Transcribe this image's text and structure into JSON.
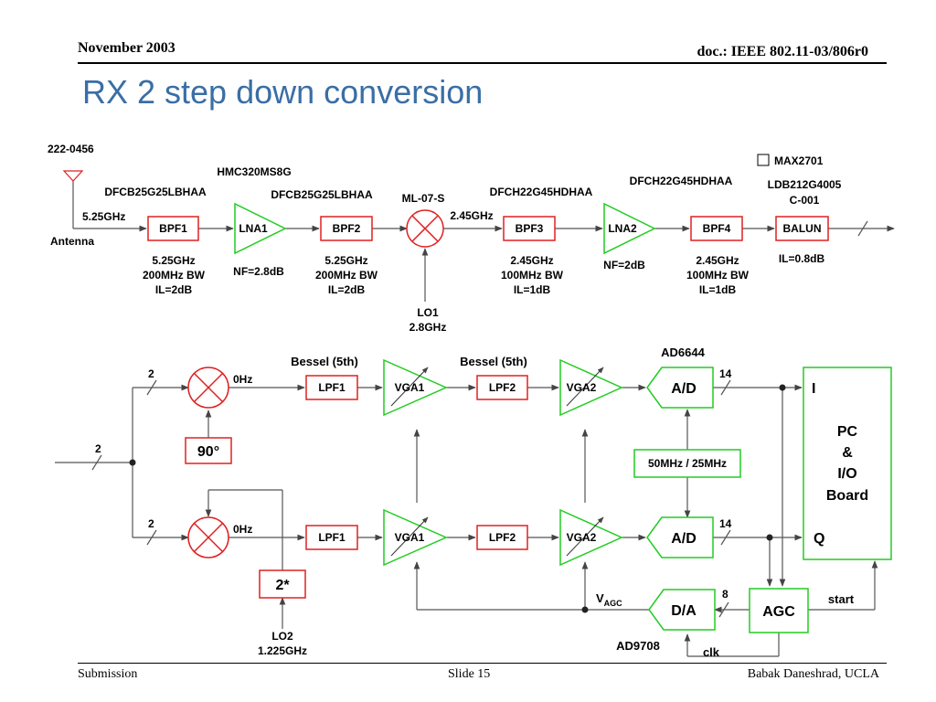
{
  "header": {
    "date": "November 2003",
    "doc": "doc.: IEEE 802.11-03/806r0"
  },
  "title": "RX 2 step down conversion",
  "footer": {
    "left": "Submission",
    "center": "Slide 15",
    "right": "Babak Daneshrad, UCLA"
  },
  "colors": {
    "title": "#3a6ea5",
    "red_block": "#e02020",
    "green_block": "#22cc22",
    "line": "#555555"
  },
  "top_chain": {
    "antenna_id": "222-0456",
    "antenna_label": "Antenna",
    "input_freq": "5.25GHz",
    "bpf1": {
      "label": "BPF1",
      "part": "DFCB25G25LBHAA",
      "spec": [
        "5.25GHz",
        "200MHz BW",
        "IL=2dB"
      ]
    },
    "lna1": {
      "label": "LNA1",
      "part": "HMC320MS8G",
      "spec": "NF=2.8dB"
    },
    "bpf2": {
      "label": "BPF2",
      "part": "DFCB25G25LBHAA",
      "spec": [
        "5.25GHz",
        "200MHz BW",
        "IL=2dB"
      ]
    },
    "mixer": {
      "part": "ML-07-S",
      "out_freq": "2.45GHz",
      "lo_label": "LO1",
      "lo_freq": "2.8GHz"
    },
    "bpf3": {
      "label": "BPF3",
      "part": "DFCH22G45HDHAA",
      "spec": [
        "2.45GHz",
        "100MHz BW",
        "IL=1dB"
      ]
    },
    "lna2": {
      "label": "LNA2",
      "spec": "NF=2dB"
    },
    "bpf4": {
      "label": "BPF4",
      "part": "DFCH22G45HDHAA",
      "spec": [
        "2.45GHz",
        "100MHz BW",
        "IL=1dB"
      ]
    },
    "balun": {
      "label": "BALUN",
      "chip": "MAX2701",
      "part": [
        "LDB212G4005",
        "C-001"
      ],
      "spec": "IL=0.8dB"
    }
  },
  "bottom_chain": {
    "input_width": "2",
    "i_width": "2",
    "q_width": "2",
    "i_freq": "0Hz",
    "q_freq": "0Hz",
    "phase": "90°",
    "divider": "2*",
    "lo2_label": "LO2",
    "lo2_freq": "1.225GHz",
    "lpf": "LPF1",
    "lpf2": "LPF2",
    "vga1": "VGA1",
    "vga2": "VGA2",
    "bessel": "Bessel (5th)",
    "adc": "A/D",
    "adc_part": "AD6644",
    "adc_width": "14",
    "clock": "50MHz / 25MHz",
    "dac": "D/A",
    "dac_part": "AD9708",
    "dac_width": "8",
    "vagc": "V",
    "vagc_sub": "AGC",
    "agc": "AGC",
    "start": "start",
    "clk": "clk",
    "pc_lines": [
      "PC",
      "&",
      "I/O",
      "Board"
    ],
    "pc_i": "I",
    "pc_q": "Q"
  }
}
